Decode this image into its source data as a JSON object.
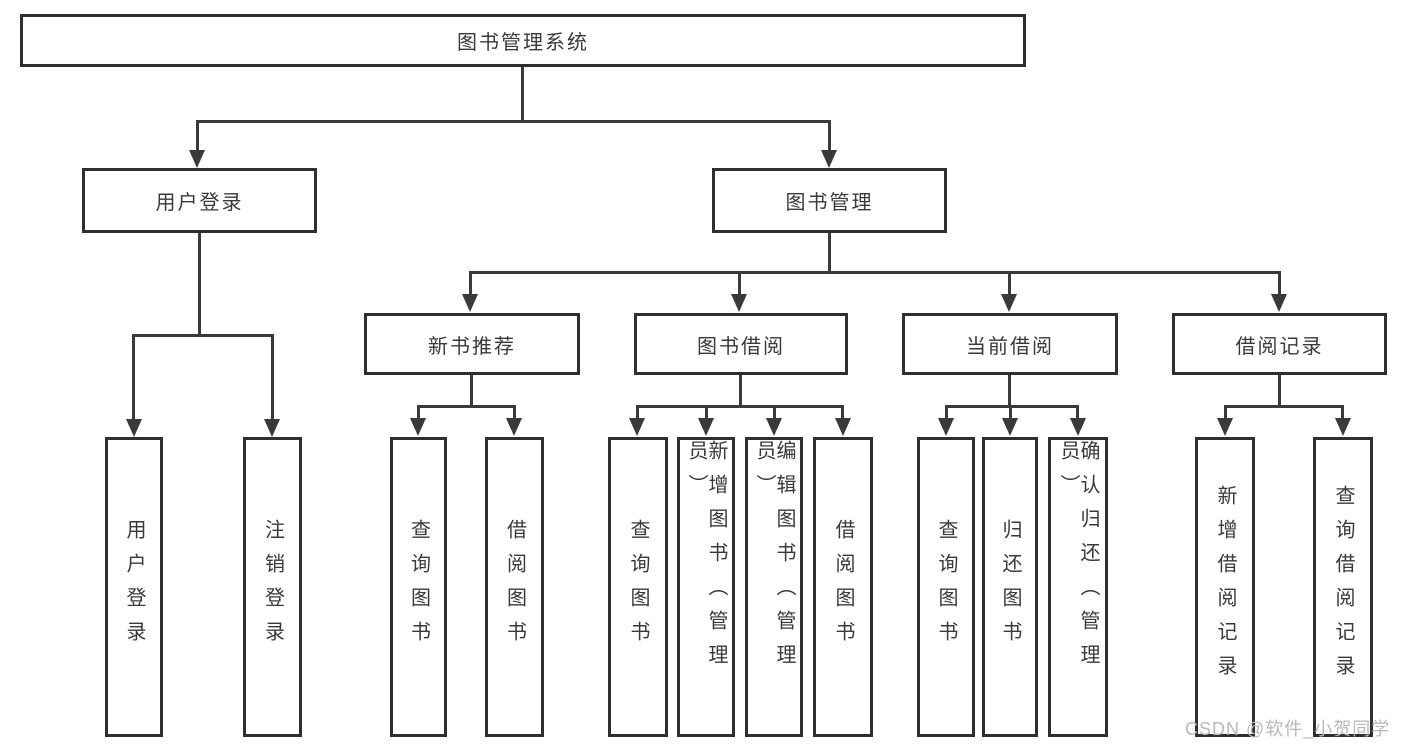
{
  "diagram": {
    "title_node": {
      "label": "图书管理系统"
    },
    "level2": [
      {
        "label": "用户登录"
      },
      {
        "label": "图书管理"
      }
    ],
    "level3": [
      {
        "label": "新书推荐",
        "parent": "图书管理"
      },
      {
        "label": "图书借阅",
        "parent": "图书管理"
      },
      {
        "label": "当前借阅",
        "parent": "图书管理"
      },
      {
        "label": "借阅记录",
        "parent": "图书管理"
      }
    ],
    "leaves": [
      {
        "label": "用户登录",
        "parent": "用户登录"
      },
      {
        "label": "注销登录",
        "parent": "用户登录"
      },
      {
        "label": "查询图书",
        "parent": "新书推荐"
      },
      {
        "label": "借阅图书",
        "parent": "新书推荐"
      },
      {
        "label": "查询图书",
        "parent": "图书借阅"
      },
      {
        "label": "新增图书（管理员）",
        "parent": "图书借阅"
      },
      {
        "label": "编辑图书（管理员）",
        "parent": "图书借阅"
      },
      {
        "label": "借阅图书",
        "parent": "图书借阅"
      },
      {
        "label": "查询图书",
        "parent": "当前借阅"
      },
      {
        "label": "归还图书",
        "parent": "当前借阅"
      },
      {
        "label": "确认归还（管理员）",
        "parent": "当前借阅"
      },
      {
        "label": "新增借阅记录",
        "parent": "借阅记录"
      },
      {
        "label": "查询借阅记录",
        "parent": "借阅记录"
      }
    ]
  },
  "watermark": {
    "text": "CSDN @软件_小贺同学"
  },
  "colors": {
    "line": "#3a3a3a",
    "box_border": "#2f2f2f",
    "text": "#3a3a3a",
    "watermark": "#b9b9b9",
    "background": "#ffffff"
  }
}
